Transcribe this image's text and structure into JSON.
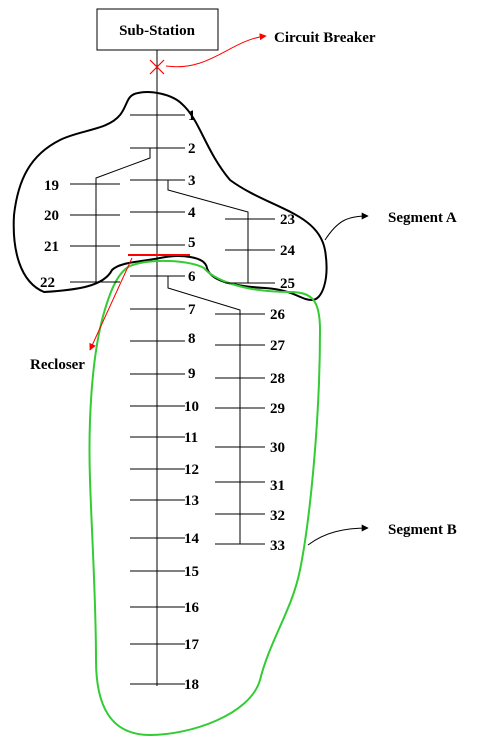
{
  "labels": {
    "substation": "Sub-Station",
    "circuit_breaker": "Circuit Breaker",
    "recloser": "Recloser",
    "segment_a": "Segment A",
    "segment_b": "Segment B"
  },
  "buses": {
    "b1": "1",
    "b2": "2",
    "b3": "3",
    "b4": "4",
    "b5": "5",
    "b6": "6",
    "b7": "7",
    "b8": "8",
    "b9": "9",
    "b10": "10",
    "b11": "11",
    "b12": "12",
    "b13": "13",
    "b14": "14",
    "b15": "15",
    "b16": "16",
    "b17": "17",
    "b18": "18",
    "b19": "19",
    "b20": "20",
    "b21": "21",
    "b22": "22",
    "b23": "23",
    "b24": "24",
    "b25": "25",
    "b26": "26",
    "b27": "27",
    "b28": "28",
    "b29": "29",
    "b30": "30",
    "b31": "31",
    "b32": "32",
    "b33": "33"
  },
  "colors": {
    "breaker": "#ff0000",
    "recloser": "#ff0000",
    "segment_a_outline": "#000000",
    "segment_b_outline": "#33cc33"
  }
}
